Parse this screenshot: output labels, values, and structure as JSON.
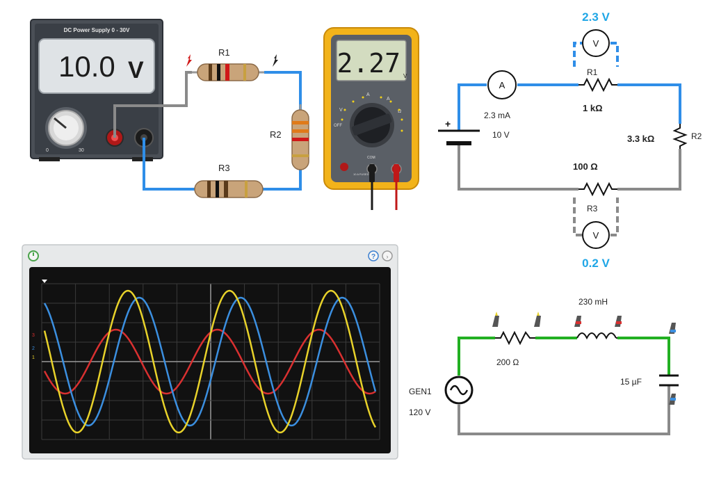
{
  "power_supply": {
    "title": "DC Power Supply   0 - 30V",
    "reading": "10.0",
    "unit": "V",
    "knob_min": "0",
    "knob_max": "30"
  },
  "breadboard": {
    "r1_label": "R1",
    "r2_label": "R2",
    "r3_label": "R3"
  },
  "multimeter": {
    "reading": "2.27",
    "unit": "V",
    "com_label": "COM",
    "dial_labels": [
      "V",
      "A",
      "A",
      "Ω",
      "OFF"
    ],
    "fuse_label": "10 A FUSED"
  },
  "dc_circuit": {
    "voltage_r1": "2.3 V",
    "voltage_r3": "0.2 V",
    "ammeter_symbol": "A",
    "voltmeter_symbol": "V",
    "current": "2.3 mA",
    "source_voltage": "10 V",
    "r1_name": "R1",
    "r1_value": "1 kΩ",
    "r2_name": "R2",
    "r2_value": "3.3 kΩ",
    "r3_name": "R3",
    "r3_value": "100 Ω",
    "battery_plus": "+"
  },
  "oscilloscope": {
    "trace_colors": {
      "ch1": "#e8d22a",
      "ch2": "#3b8fe0",
      "ch3": "#d93030"
    },
    "channel_markers": [
      "1",
      "2",
      "3"
    ]
  },
  "ac_circuit": {
    "inductance": "230 mH",
    "resistance": "200 Ω",
    "capacitance": "15 µF",
    "generator_name": "GEN1",
    "generator_voltage": "120 V"
  },
  "colors": {
    "wire_blue": "#2f8ee8",
    "wire_gray": "#8a8a8a",
    "wire_green": "#22b022",
    "meter_accent": "#1fa6e6"
  }
}
